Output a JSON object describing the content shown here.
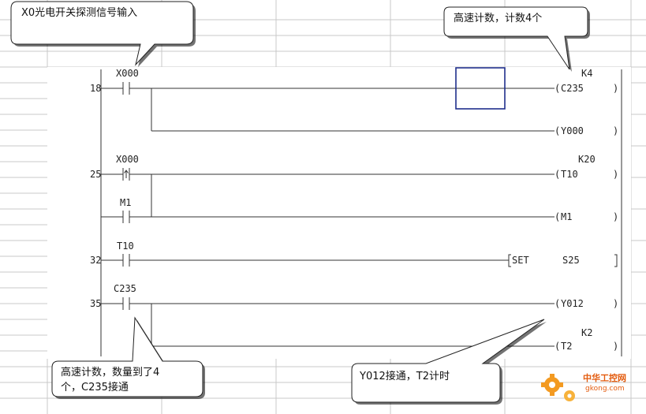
{
  "rungs": [
    {
      "step": "18",
      "contacts": [
        {
          "label": "X000",
          "type": "NO"
        }
      ],
      "outputs": [
        {
          "name": "C235",
          "const": "K4",
          "highlighted": true
        },
        {
          "name": "Y000",
          "const": ""
        }
      ]
    },
    {
      "step": "25",
      "contacts": [
        {
          "label": "X000",
          "type": "rising-edge"
        },
        {
          "label": "M1",
          "type": "NO"
        }
      ],
      "outputs": [
        {
          "name": "T10",
          "const": "K20"
        },
        {
          "name": "M1",
          "const": ""
        }
      ]
    },
    {
      "step": "32",
      "contacts": [
        {
          "label": "T10",
          "type": "NO"
        }
      ],
      "outputs": [
        {
          "instruction": "SET",
          "operand": "S25"
        }
      ]
    },
    {
      "step": "35",
      "contacts": [
        {
          "label": "C235",
          "type": "NO"
        }
      ],
      "outputs": [
        {
          "name": "Y012",
          "const": ""
        },
        {
          "name": "T2",
          "const": "K2"
        }
      ]
    }
  ],
  "callouts": [
    {
      "id": "x0-input",
      "text": "X0光电开关探测信号输入"
    },
    {
      "id": "counter",
      "text": "高速计数，计数4个"
    },
    {
      "id": "count-reached",
      "lines": [
        "高速计数，数量到了4",
        "个，C235接通"
      ]
    },
    {
      "id": "y012-on",
      "text": "Y012接通，T2计时"
    }
  ],
  "watermark": {
    "name": "中华工控网",
    "url": "gkong.com",
    "color": "#e35b0e"
  },
  "colors": {
    "highlight_box": "#1f2f8c",
    "ladder_line": "#333333",
    "grid_line": "#c8c8c8"
  }
}
